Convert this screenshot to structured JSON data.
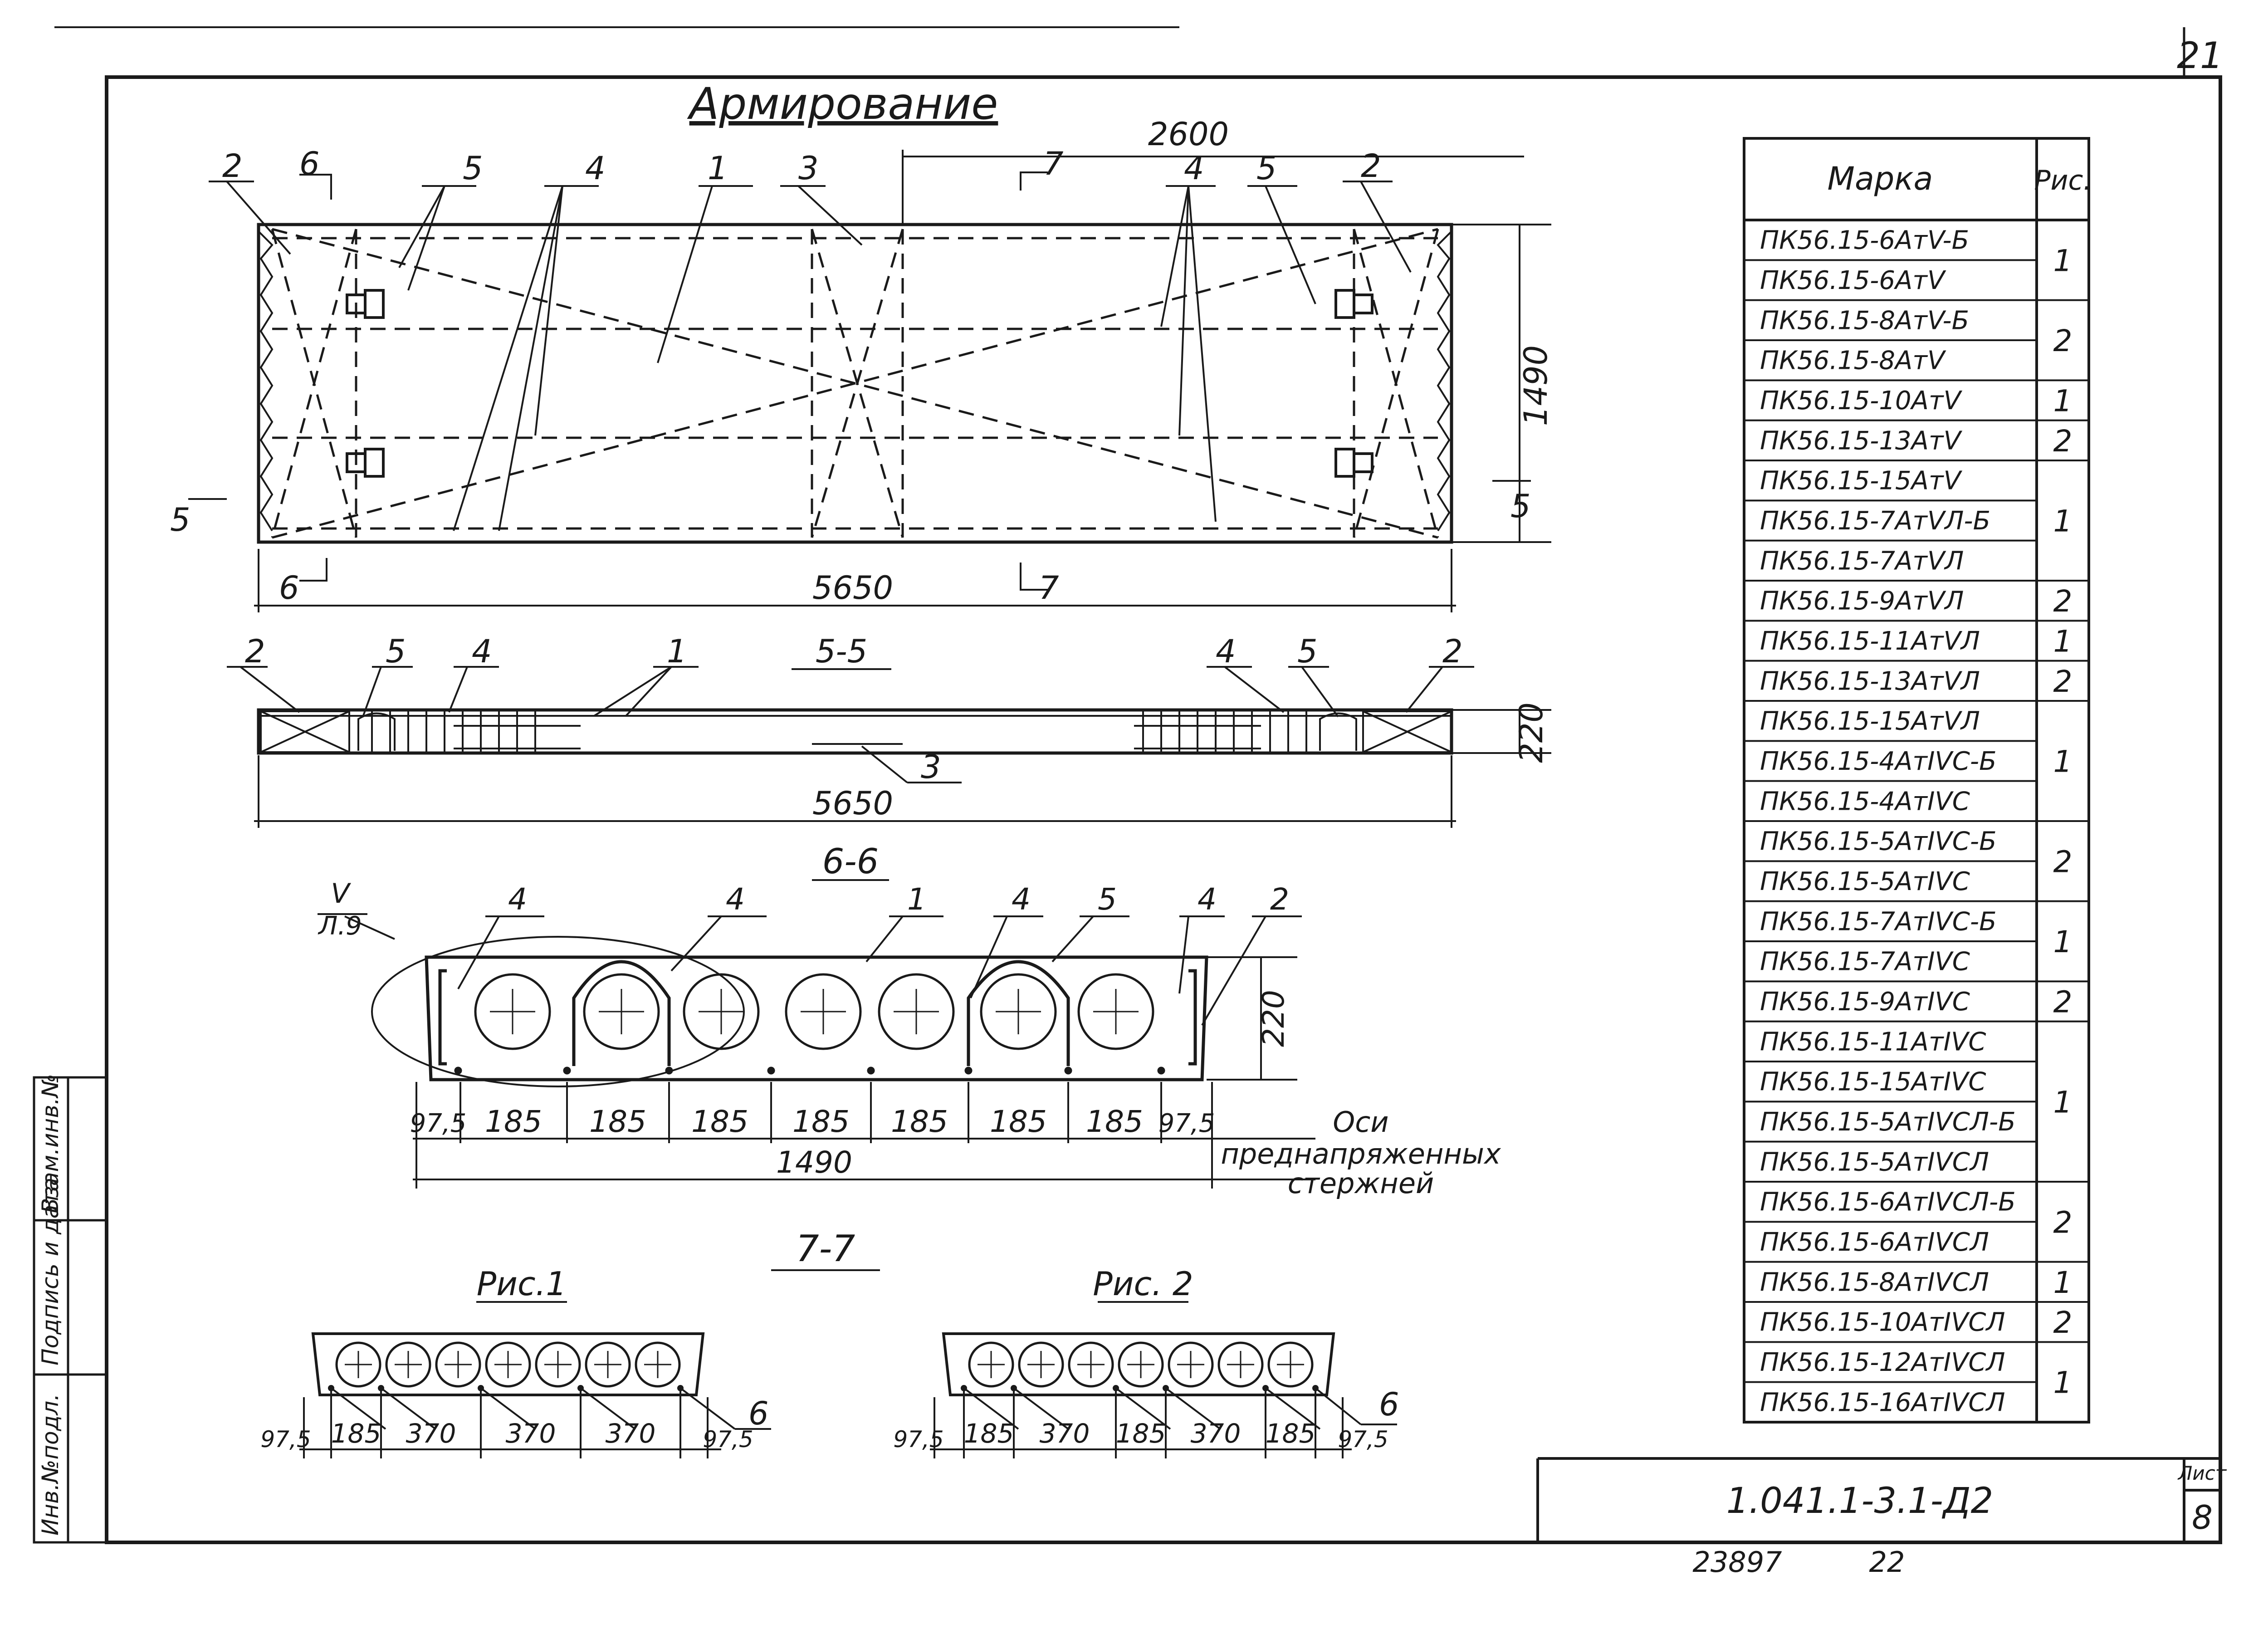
{
  "sheet": {
    "page_number": "21",
    "title": "Армирование",
    "doc_code": "1.041.1-3.1-Д2",
    "sheet_label": "Лист",
    "sheet_number": "8",
    "bottom_number_a": "23897",
    "bottom_number_b": "22"
  },
  "side_stamp": {
    "field1": "Инв.№подл.",
    "field2": "Подпись и дата",
    "field3": "Взам.инв.№"
  },
  "plan": {
    "dim_half": "2600",
    "dim_width": "1490",
    "dim_length": "5650",
    "section_5": "5",
    "section_6": "6",
    "section_7": "7",
    "callouts_left": [
      "2",
      "5",
      "4",
      "1",
      "3"
    ],
    "callouts_right": [
      "4",
      "5",
      "2"
    ]
  },
  "section_5_5": {
    "title": "5-5",
    "dim_height": "220",
    "dim_length": "5650",
    "callouts": [
      "2",
      "5",
      "4",
      "1",
      "4",
      "5",
      "2",
      "3"
    ]
  },
  "section_6_6": {
    "title": "6-6",
    "node_ref": "V",
    "node_sheet": "Л.9",
    "dim_height": "220",
    "spacings": [
      "97,5",
      "185",
      "185",
      "185",
      "185",
      "185",
      "185",
      "185",
      "97,5"
    ],
    "dim_total": "1490",
    "axes_note_1": "Оси",
    "axes_note_2": "преднапряженных",
    "axes_note_3": "стержней",
    "callouts": [
      "4",
      "4",
      "1",
      "4",
      "5",
      "4",
      "2"
    ]
  },
  "section_7_7": {
    "title": "7-7",
    "fig1": {
      "label": "Рис.1",
      "spacings": [
        "97,5",
        "185",
        "370",
        "370",
        "370",
        "97,5"
      ],
      "callout": "6"
    },
    "fig2": {
      "label": "Рис. 2",
      "spacings": [
        "97,5",
        "185",
        "370",
        "185",
        "370",
        "185",
        "97,5"
      ],
      "callout": "6"
    }
  },
  "marks_table": {
    "header_mark": "Марка",
    "header_fig": "Рис.",
    "rows": [
      "ПК56.15-6АтV-Б",
      "ПК56.15-6АтV",
      "ПК56.15-8АтV-Б",
      "ПК56.15-8АтV",
      "ПК56.15-10АтV",
      "ПК56.15-13АтV",
      "ПК56.15-15АтV",
      "ПК56.15-7АтVЛ-Б",
      "ПК56.15-7АтVЛ",
      "ПК56.15-9АтVЛ",
      "ПК56.15-11АтVЛ",
      "ПК56.15-13АтVЛ",
      "ПК56.15-15АтVЛ",
      "ПК56.15-4АтIVС-Б",
      "ПК56.15-4АтIVС",
      "ПК56.15-5АтIVС-Б",
      "ПК56.15-5АтIVС",
      "ПК56.15-7АтIVС-Б",
      "ПК56.15-7АтIVС",
      "ПК56.15-9АтIVС",
      "ПК56.15-11АтIVС",
      "ПК56.15-15АтIVС",
      "ПК56.15-5АтIVСЛ-Б",
      "ПК56.15-5АтIVСЛ",
      "ПК56.15-6АтIVСЛ-Б",
      "ПК56.15-6АтIVСЛ",
      "ПК56.15-8АтIVСЛ",
      "ПК56.15-10АтIVСЛ",
      "ПК56.15-12АтIVСЛ",
      "ПК56.15-16АтIVСЛ"
    ],
    "groups": [
      {
        "fig": "1",
        "span": 2
      },
      {
        "fig": "2",
        "span": 2
      },
      {
        "fig": "1",
        "span": 1
      },
      {
        "fig": "2",
        "span": 1
      },
      {
        "fig": "1",
        "span": 3
      },
      {
        "fig": "2",
        "span": 1
      },
      {
        "fig": "1",
        "span": 1
      },
      {
        "fig": "2",
        "span": 1
      },
      {
        "fig": "1",
        "span": 3
      },
      {
        "fig": "2",
        "span": 2
      },
      {
        "fig": "1",
        "span": 2
      },
      {
        "fig": "2",
        "span": 1
      },
      {
        "fig": "1",
        "span": 4
      },
      {
        "fig": "2",
        "span": 2
      },
      {
        "fig": "1",
        "span": 1
      },
      {
        "fig": "2",
        "span": 1
      },
      {
        "fig": "1",
        "span": 2
      }
    ]
  }
}
